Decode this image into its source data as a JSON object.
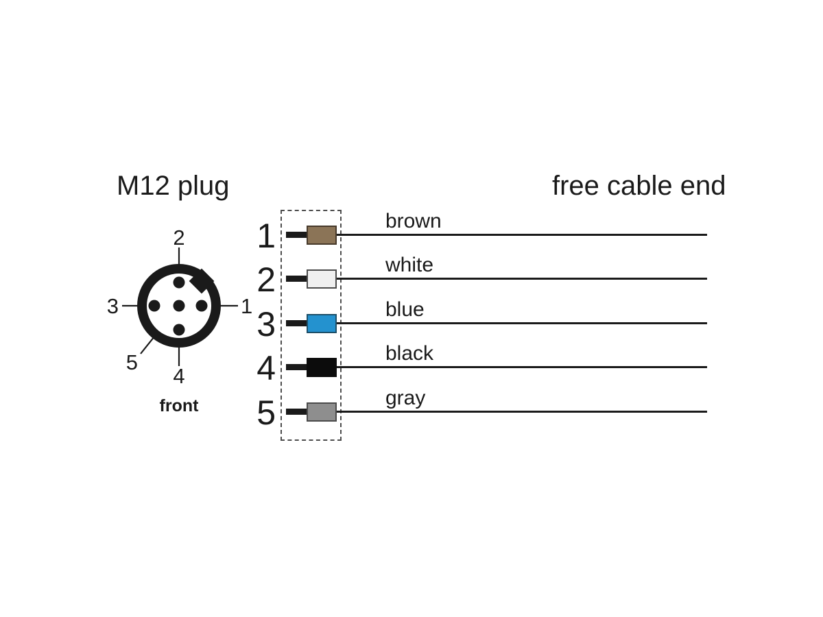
{
  "titles": {
    "left": "M12 plug",
    "right": "free cable end"
  },
  "connector": {
    "front_label": "front",
    "pin_labels": {
      "pin1": "1",
      "pin2": "2",
      "pin3": "3",
      "pin4": "4",
      "pin5": "5"
    }
  },
  "wires": [
    {
      "number": "1",
      "color_name": "brown",
      "hex": "#8B7457",
      "border": "#46392B"
    },
    {
      "number": "2",
      "color_name": "white",
      "hex": "#EFEFEF",
      "border": "#4A4A4A"
    },
    {
      "number": "3",
      "color_name": "blue",
      "hex": "#2492CF",
      "border": "#1D4F68"
    },
    {
      "number": "4",
      "color_name": "black",
      "hex": "#0C0C0C",
      "border": "#0C0C0C"
    },
    {
      "number": "5",
      "color_name": "gray",
      "hex": "#8E8E8E",
      "border": "#4A4A4A"
    }
  ],
  "colors": {
    "ink": "#1A1A1A",
    "dashed_box": "#4D4D4D"
  }
}
